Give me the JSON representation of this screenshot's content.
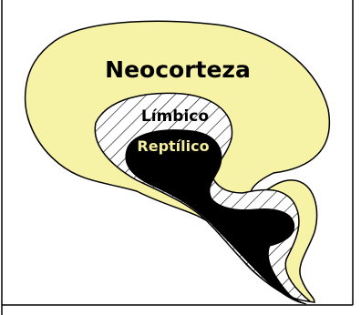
{
  "diagram": {
    "labels": {
      "neocortex": "Neocorteza",
      "limbic": "Límbico",
      "reptilian": "Reptílico"
    },
    "colors": {
      "neocortex_fill": "#F6F2A6",
      "limbic_fill": "#FFFFFF",
      "limbic_hatch": "#000000",
      "reptilian_fill": "#000000",
      "reptilian_text": "#F3EE9E",
      "text": "#000000",
      "outline": "#000000"
    }
  }
}
